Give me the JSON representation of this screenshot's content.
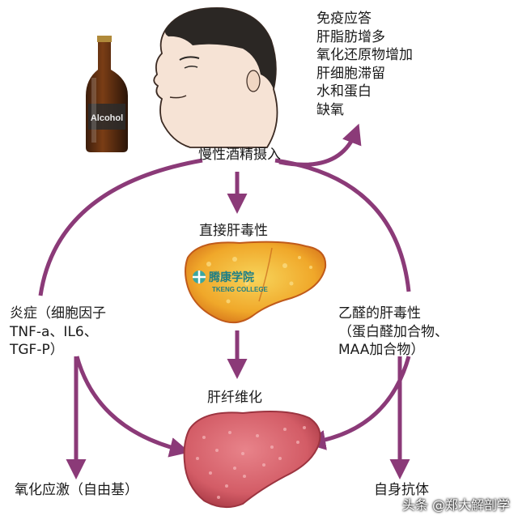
{
  "effects": [
    "免疫应答",
    "肝脂肪增多",
    "氧化还原物增加",
    "肝细胞滞留",
    "水和蛋白",
    "缺氧"
  ],
  "bottle_label": "Alcohol",
  "intake": "慢性酒精摄入",
  "hepatotoxicity": "直接肝毒性",
  "logo": {
    "cn": "腾康学院",
    "en": "TKENG COLLEGE"
  },
  "inflammation": [
    "炎症（细胞因子",
    "TNF-a、IL6、",
    "TGF-P）"
  ],
  "acetaldehyde": [
    "乙醛的肝毒性",
    "（蛋白醛加合物、",
    "MAA加合物）"
  ],
  "fibrosis": "肝纤维化",
  "oxidative_stress": "氧化应激（自由基）",
  "autoantibody": "自身抗体",
  "watermark": "头条 @郑大解剖学",
  "colors": {
    "arrow": "#8b3a78",
    "liver_fat": "#f2b632",
    "liver_fibrotic": "#d9606a"
  }
}
